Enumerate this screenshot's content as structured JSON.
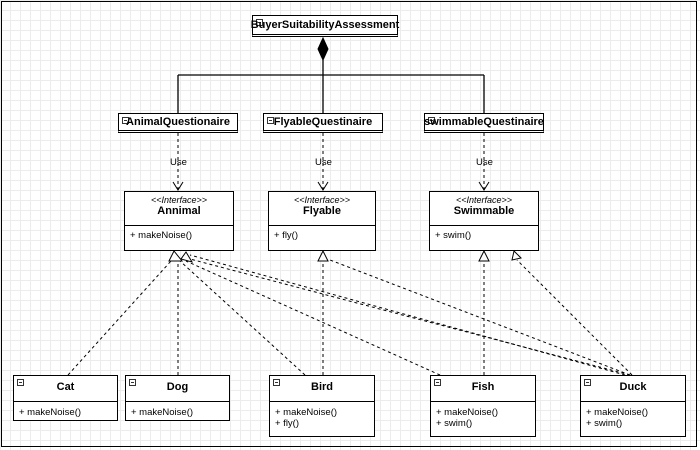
{
  "diagram": {
    "root": {
      "name": "BuyerSuitabilityAssessment"
    },
    "questionnaires": [
      {
        "name": "AnimalQuestionaire"
      },
      {
        "name": "FlyableQuestinaire"
      },
      {
        "name": "swimmableQuestinaire"
      }
    ],
    "use_label": "Use",
    "interfaces": [
      {
        "stereotype": "<<Interface>>",
        "name": "Annimal",
        "ops": [
          "+ makeNoise()"
        ]
      },
      {
        "stereotype": "<<Interface>>",
        "name": "Flyable",
        "ops": [
          "+ fly()"
        ]
      },
      {
        "stereotype": "<<Interface>>",
        "name": "Swimmable",
        "ops": [
          "+ swim()"
        ]
      }
    ],
    "classes": [
      {
        "name": "Cat",
        "ops": [
          "+ makeNoise()"
        ]
      },
      {
        "name": "Dog",
        "ops": [
          "+ makeNoise()"
        ]
      },
      {
        "name": "Bird",
        "ops": [
          "+ makeNoise()",
          "+ fly()"
        ]
      },
      {
        "name": "Fish",
        "ops": [
          "+ makeNoise()",
          "+ swim()"
        ]
      },
      {
        "name": "Duck",
        "ops": [
          "+ makeNoise()",
          "+ swim()"
        ]
      }
    ],
    "relations": [
      {
        "from": "Cat",
        "to": "Annimal",
        "kind": "realization"
      },
      {
        "from": "Dog",
        "to": "Annimal",
        "kind": "realization"
      },
      {
        "from": "Bird",
        "to": "Annimal",
        "kind": "realization"
      },
      {
        "from": "Fish",
        "to": "Annimal",
        "kind": "realization"
      },
      {
        "from": "Duck",
        "to": "Annimal",
        "kind": "realization"
      },
      {
        "from": "Bird",
        "to": "Flyable",
        "kind": "realization"
      },
      {
        "from": "Duck",
        "to": "Flyable",
        "kind": "realization"
      },
      {
        "from": "Fish",
        "to": "Swimmable",
        "kind": "realization"
      },
      {
        "from": "Duck",
        "to": "Swimmable",
        "kind": "realization"
      },
      {
        "from": "AnimalQuestionaire",
        "to": "Annimal",
        "kind": "use"
      },
      {
        "from": "FlyableQuestinaire",
        "to": "Flyable",
        "kind": "use"
      },
      {
        "from": "swimmableQuestinaire",
        "to": "Swimmable",
        "kind": "use"
      },
      {
        "from": "BuyerSuitabilityAssessment",
        "to": "AnimalQuestionaire",
        "kind": "composition"
      },
      {
        "from": "BuyerSuitabilityAssessment",
        "to": "FlyableQuestinaire",
        "kind": "composition"
      },
      {
        "from": "BuyerSuitabilityAssessment",
        "to": "swimmableQuestinaire",
        "kind": "composition"
      }
    ]
  }
}
